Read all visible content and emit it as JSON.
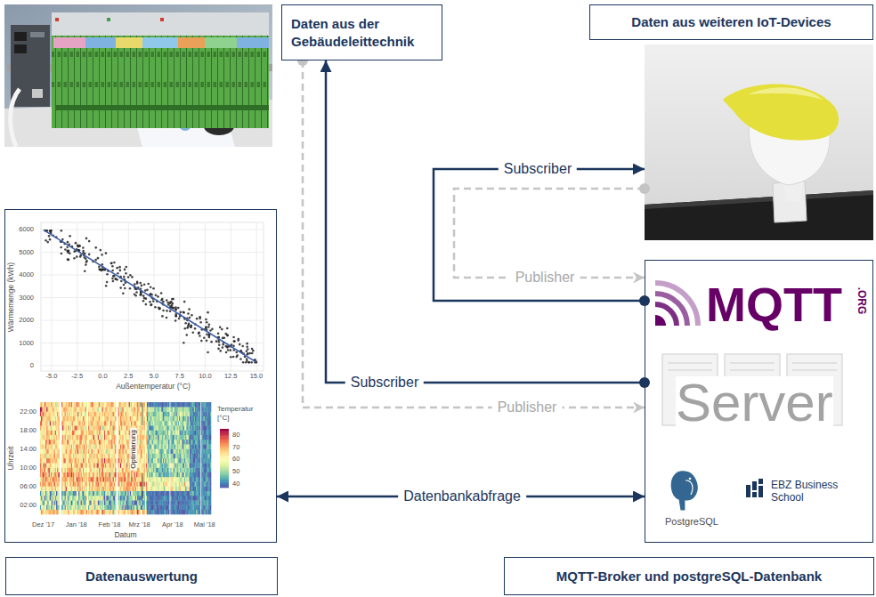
{
  "diagram": {
    "nodes": [
      {
        "text": [
          "Daten aus der Gebäudeleittechnik"
        ]
      },
      {
        "text": [
          "Daten aus weiteren IoT-Devices"
        ]
      },
      {
        "text": [
          "MQTT",
          ".ORG",
          "Server",
          "PostgreSQL",
          "EBZ Business School",
          "MQTT-Broker und postgreSQL-Datenbank"
        ]
      },
      {
        "text": [
          "Datenauswertung"
        ]
      }
    ],
    "edges": [
      {
        "from": 2,
        "to": 1,
        "arrow": "to",
        "label": "Subscriber"
      },
      {
        "from": 1,
        "to": 2,
        "arrow": "to",
        "label": "Publisher"
      },
      {
        "from": 2,
        "to": 0,
        "arrow": "to",
        "label": "Subscriber"
      },
      {
        "from": 0,
        "to": 2,
        "arrow": "to",
        "label": "Publisher"
      },
      {
        "from": 3,
        "to": 2,
        "arrow": "both",
        "label": "Datenbankabfrage"
      }
    ],
    "labels": [
      "6000",
      "5000",
      "4000",
      "3000",
      "2000",
      "1000",
      "0",
      "Wärmemenge (kWh)",
      "-5.0",
      "-2.5",
      "0.0",
      "2.5",
      "5.0",
      "7.5",
      "10.0",
      "12.5",
      "15.0",
      "Außentemperatur (°C)",
      "22:00",
      "18:00",
      "14:00",
      "10:00",
      "06:00",
      "02:00",
      "Uhrzeit",
      "Optimierung",
      "Dez '17",
      "Jan '18",
      "Feb '18",
      "Mrz '18",
      "Apr '18",
      "Mai '18",
      "Datum",
      "Temperatur [°C]",
      "80",
      "70",
      "60",
      "50",
      "40"
    ]
  }
}
